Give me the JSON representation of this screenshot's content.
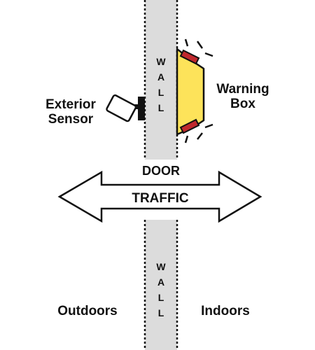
{
  "labels": {
    "wall_top": "WALL",
    "wall_bottom": "WALL",
    "door": "DOOR",
    "traffic": "TRAFFIC",
    "exterior_sensor_line1": "Exterior",
    "exterior_sensor_line2": "Sensor",
    "warning_box_line1": "Warning",
    "warning_box_line2": "Box",
    "outdoors": "Outdoors",
    "indoors": "Indoors"
  },
  "colors": {
    "wall_fill": "#dcdcdc",
    "warning_box_fill": "#fde35a",
    "warning_light": "#c0282d",
    "outline": "#111111"
  },
  "icons": {
    "sensor": "camera-sensor-icon",
    "warning_box": "warning-box-icon",
    "arrow": "double-arrow-icon"
  }
}
